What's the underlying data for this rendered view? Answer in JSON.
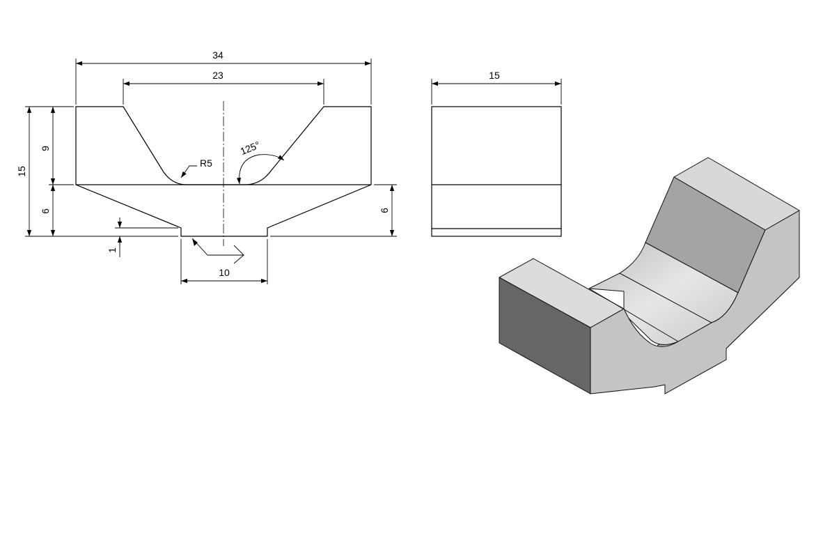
{
  "front_view": {
    "dimensions": {
      "overall_width": "34",
      "top_opening": "23",
      "overall_height": "15",
      "upper_height": "9",
      "lower_height": "6",
      "right_height": "6",
      "recess_depth": "1",
      "bottom_width": "10",
      "fillet_radius": "R5",
      "groove_angle": "125°"
    }
  },
  "side_view": {
    "dimensions": {
      "depth": "15"
    }
  },
  "iso_view": {
    "colors": {
      "top_face": "#dcdcdc",
      "front_face": "#c6c6c6",
      "left_face": "#666666",
      "curve_face": "#d0d0d0",
      "right_face": "#b9b9b9"
    }
  }
}
